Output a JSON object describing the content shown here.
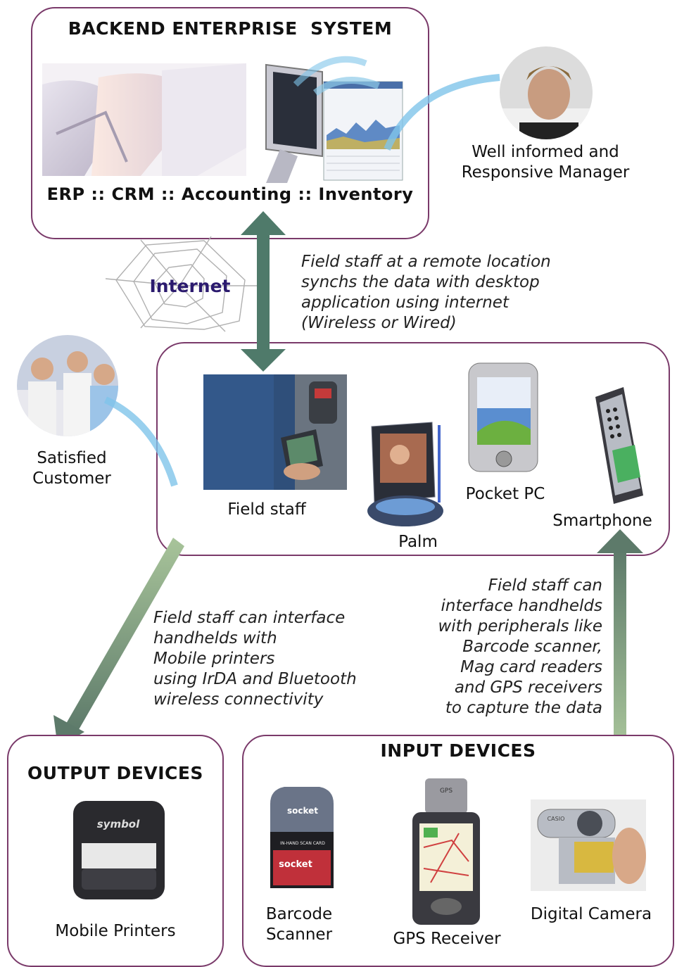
{
  "backend": {
    "title": "BACKEND ENTERPRISE  SYSTEM",
    "modules": "ERP :: CRM :: Accounting :: Inventory",
    "manager_label_1": "Well informed and",
    "manager_label_2": "Responsive Manager"
  },
  "internet": {
    "label": "Internet",
    "sync_note": [
      "Field staff at a remote location",
      "synchs the data with desktop",
      "application using internet",
      "(Wireless or Wired)"
    ]
  },
  "customer": {
    "label_1": "Satisfied",
    "label_2": "Customer"
  },
  "field": {
    "devices": {
      "field_staff": "Field staff",
      "palm": "Palm",
      "pocket_pc": "Pocket PC",
      "smartphone": "Smartphone"
    }
  },
  "output_note": [
    "Field staff can interface",
    "handhelds with",
    "Mobile printers",
    "using IrDA and Bluetooth",
    "wireless connectivity"
  ],
  "input_note": [
    "Field staff can",
    "interface handhelds",
    "with peripherals like",
    "Barcode scanner,",
    "Mag card readers",
    "and GPS receivers",
    "to capture the data"
  ],
  "output": {
    "title": "OUTPUT DEVICES",
    "printer_label": "Mobile Printers",
    "printer_brand": "symbol"
  },
  "input": {
    "title": "INPUT DEVICES",
    "barcode_label_1": "Barcode",
    "barcode_label_2": "Scanner",
    "gps_label": "GPS Receiver",
    "camera_label": "Digital Camera",
    "card_brand": "socket",
    "card_brand_2": "socket",
    "card_text": "IN-HAND SCAN CARD",
    "gps_brand": "GPS",
    "camera_brand": "CASIO"
  },
  "colors": {
    "box_border": "#7a3a6a",
    "arrow_teal": "#4f7a6a",
    "arrow_green_light": "#a8c49a",
    "arrow_green_dark": "#5d7a6a",
    "internet_text": "#2b1a6e"
  }
}
